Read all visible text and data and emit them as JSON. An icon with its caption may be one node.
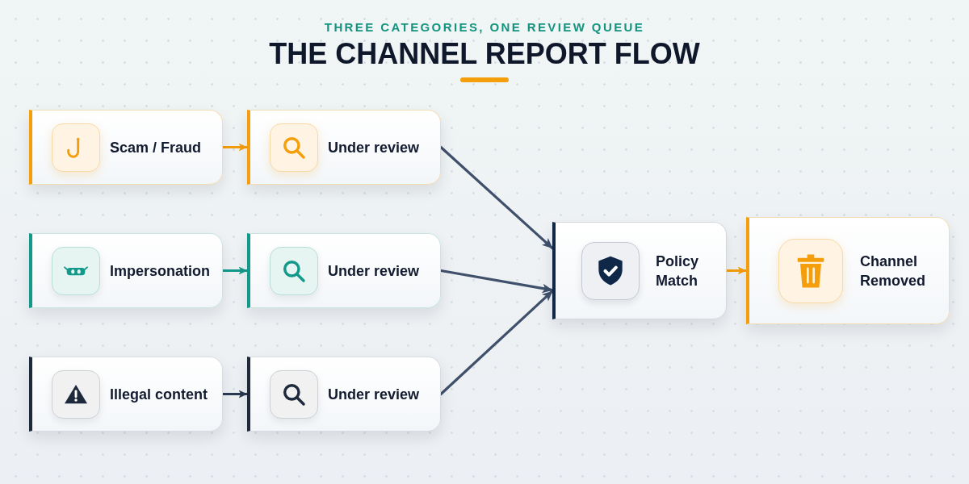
{
  "diagram": {
    "title": "THE CHANNEL REPORT FLOW",
    "nodes": [
      {
        "text": [
          "Scam / Fraud"
        ]
      },
      {
        "text": [
          "Under review"
        ]
      },
      {
        "text": [
          "Impersonation"
        ]
      },
      {
        "text": [
          "Under review"
        ]
      },
      {
        "text": [
          "Illegal content"
        ]
      },
      {
        "text": [
          "Under review"
        ]
      },
      {
        "text": [
          "Policy Match"
        ]
      },
      {
        "text": [
          "Channel Removed"
        ]
      }
    ],
    "edges": [
      {
        "from": 0,
        "to": 1,
        "arrow": "to",
        "color": "#f59e0b"
      },
      {
        "from": 2,
        "to": 3,
        "arrow": "to",
        "color": "#13998a"
      },
      {
        "from": 4,
        "to": 5,
        "arrow": "to",
        "color": "#2b3a52"
      },
      {
        "from": 1,
        "to": 6,
        "arrow": "to"
      },
      {
        "from": 3,
        "to": 6,
        "arrow": "to"
      },
      {
        "from": 5,
        "to": 6,
        "arrow": "to"
      },
      {
        "from": 6,
        "to": 7,
        "arrow": "to",
        "color": "#f59e0b"
      }
    ],
    "labels": [
      "THREE CATEGORIES, ONE REVIEW QUEUE"
    ]
  }
}
